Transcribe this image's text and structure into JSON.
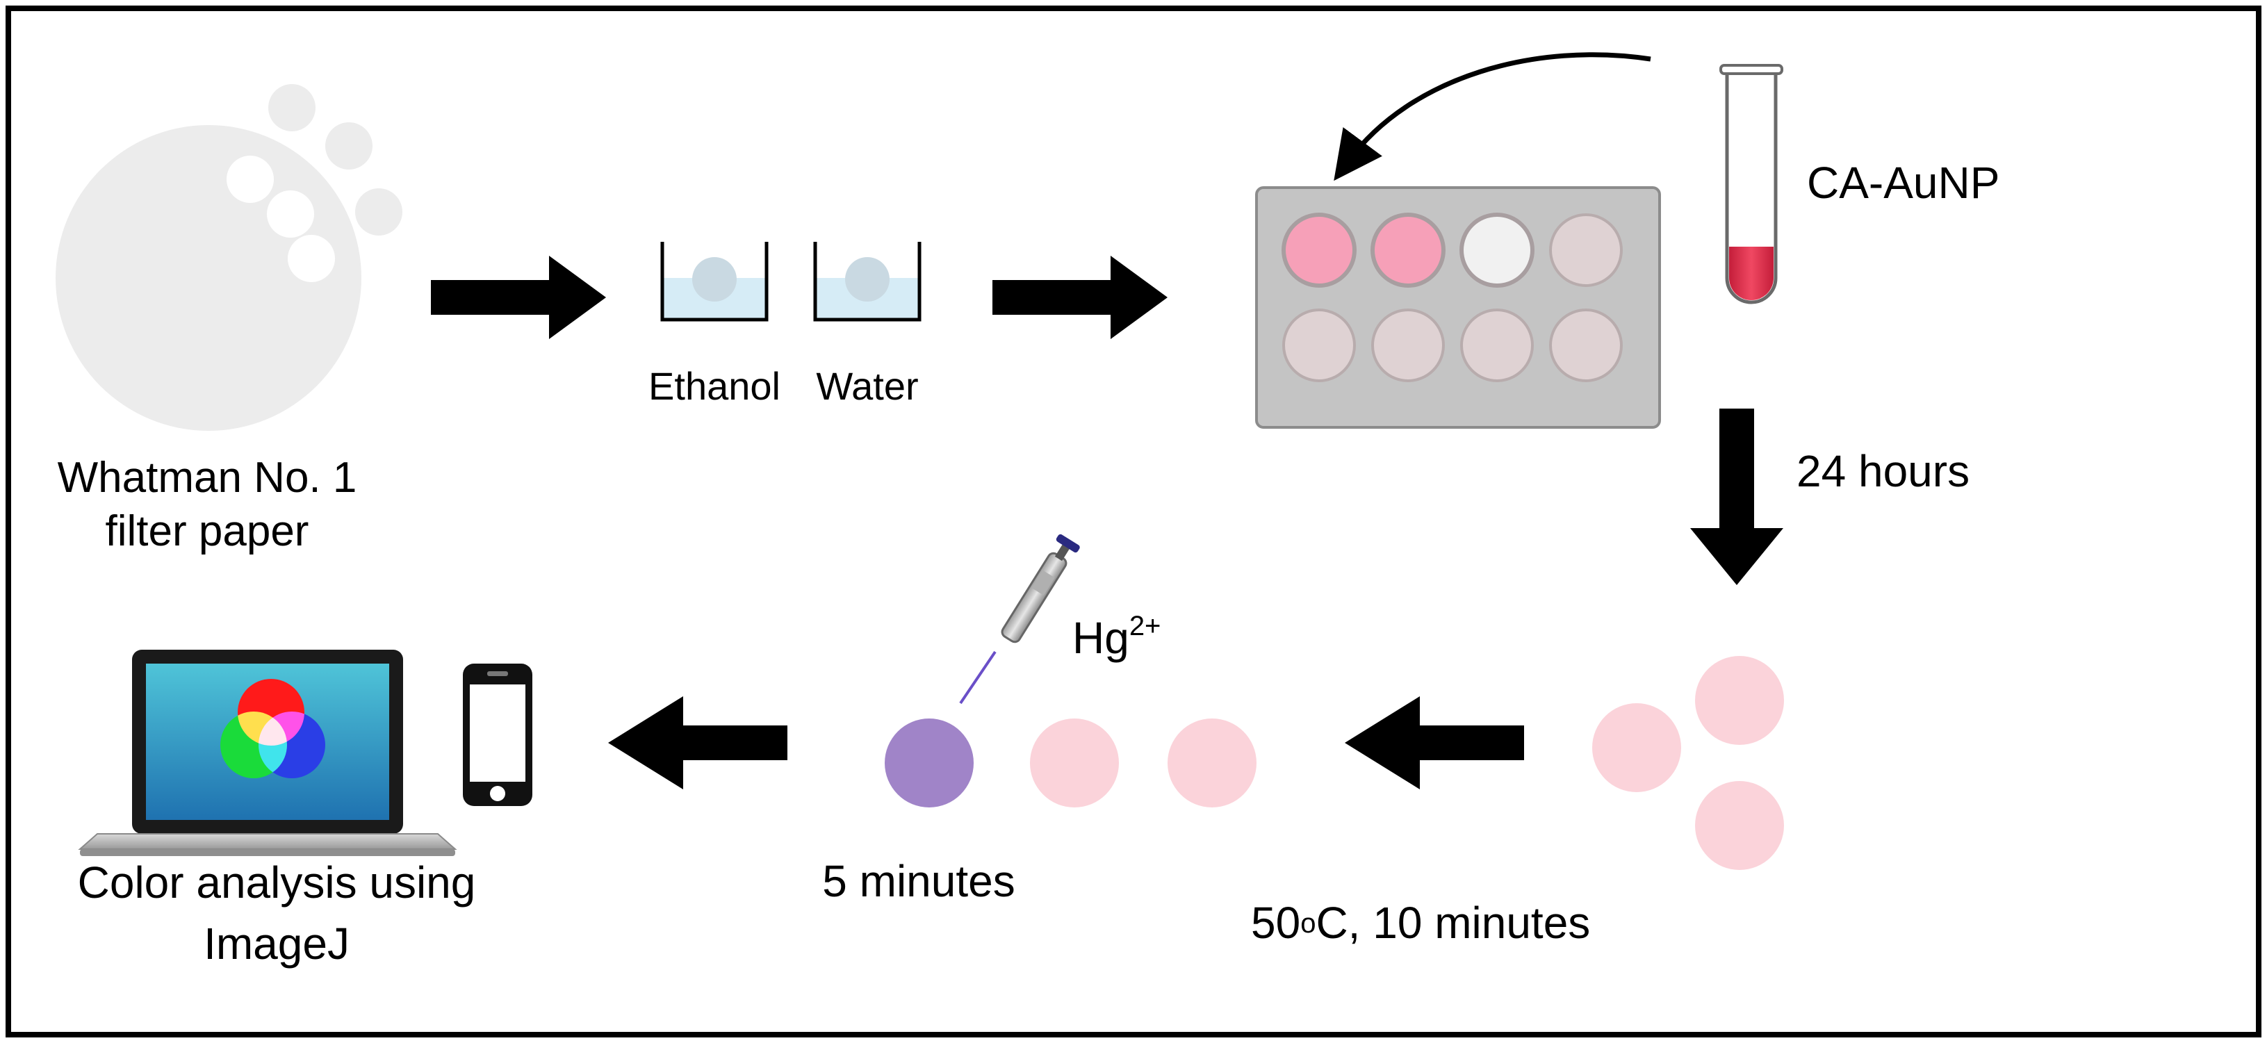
{
  "labels": {
    "filter_paper_line1": "Whatman No. 1",
    "filter_paper_line2": "filter paper",
    "ethanol": "Ethanol",
    "water": "Water",
    "reagent": "CA-AuNP",
    "incubation_time": "24 hours",
    "drying_temp": "50",
    "drying_temp_sup": "o",
    "drying_rest": "C, 10 minutes",
    "ion_base": "Hg",
    "ion_charge": "2+",
    "reaction_time": "5 minutes",
    "analysis_line1": "Color analysis using",
    "analysis_line2": "ImageJ"
  },
  "colors": {
    "border": "#000000",
    "arrow": "#000000",
    "filter_paper": "#ececec",
    "wash_liquid": "#d6ecf6",
    "plate": "#c4c4c4",
    "well_pink": "#f6a0b8",
    "well_white": "#f1f1f1",
    "well_empty": "#dfd2d3",
    "tube_liquid": "#e0304f",
    "disc_pink": "#fbd3da",
    "disc_purple": "#a084c8",
    "screen_top": "#4fc4d8",
    "screen_bottom": "#1f72b0",
    "rgb_red": "#ff1a1a",
    "rgb_green": "#1adb3a",
    "rgb_blue": "#2a3ee6"
  },
  "icons": [
    "filter-paper-icon",
    "beaker-icon",
    "well-plate-icon",
    "test-tube-icon",
    "pipette-icon",
    "laptop-icon",
    "smartphone-icon",
    "rgb-venn-icon"
  ]
}
